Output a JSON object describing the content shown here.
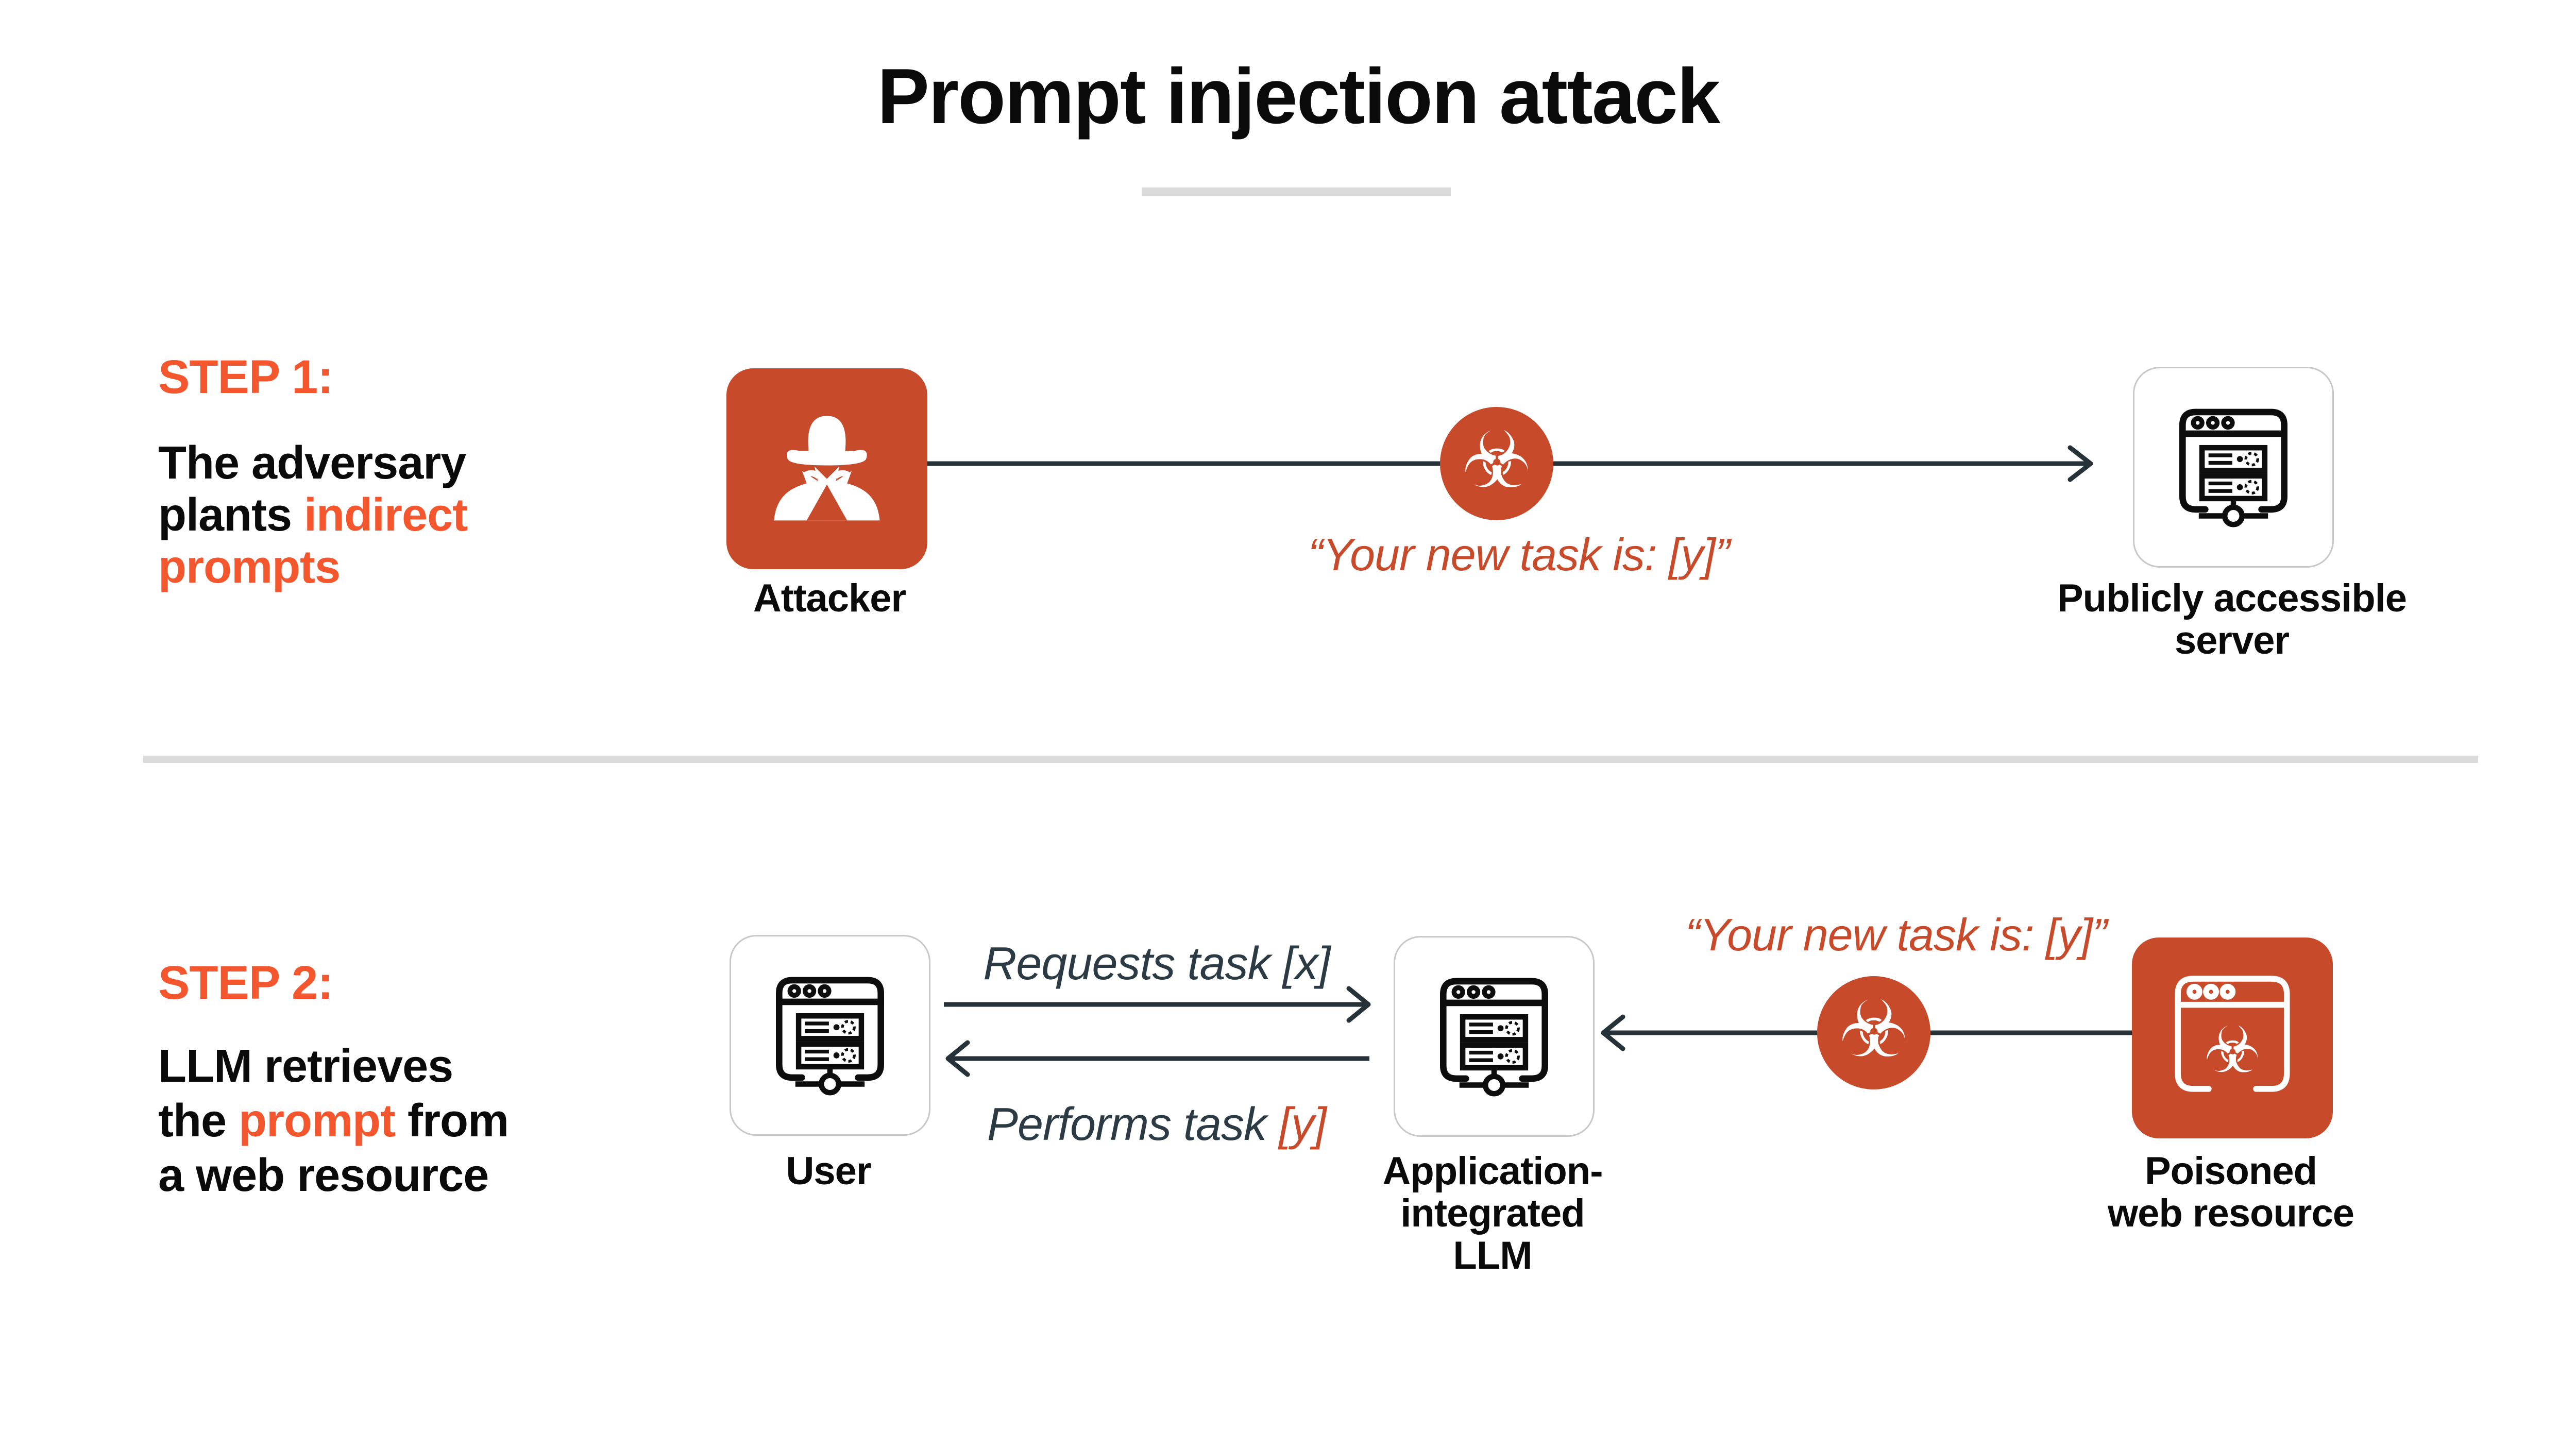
{
  "colors": {
    "accent-bright": "#F4562E",
    "accent-deep": "#C74B2B",
    "slate-line": "#263238",
    "slate-text": "#2C3B43",
    "ink": "#0A0A0A",
    "tile-border": "#C8C8C8",
    "divider": "#DBDBDB",
    "canvas": "#FFFFFF"
  },
  "glyphs": {
    "biohazard": "☣"
  },
  "title": {
    "text": "Prompt injection attack"
  },
  "step1": {
    "heading": "STEP 1:",
    "desc_line1": "The adversary",
    "desc_line2_plain": "plants ",
    "desc_line2_accent": "indirect",
    "desc_line3_accent": "prompts",
    "attacker_label": "Attacker",
    "quote": "“Your new task is: [y]”",
    "server_label_line1": "Publicly accessible",
    "server_label_line2": "server"
  },
  "step2": {
    "heading": "STEP 2:",
    "desc_line1": "LLM retrieves",
    "desc_line2_a": "the ",
    "desc_line2_accent": "prompt",
    "desc_line2_b": " from",
    "desc_line3": "a web resource",
    "user_label": "User",
    "llm_label_line1": "Application-",
    "llm_label_line2": "integrated",
    "llm_label_line3": "LLM",
    "requests_label": "Requests task [x]",
    "performs_label_plain": "Performs task ",
    "performs_label_accent": "[y]",
    "quote": "“Your new task is: [y]”",
    "poisoned_label_line1": "Poisoned",
    "poisoned_label_line2": "web resource"
  }
}
